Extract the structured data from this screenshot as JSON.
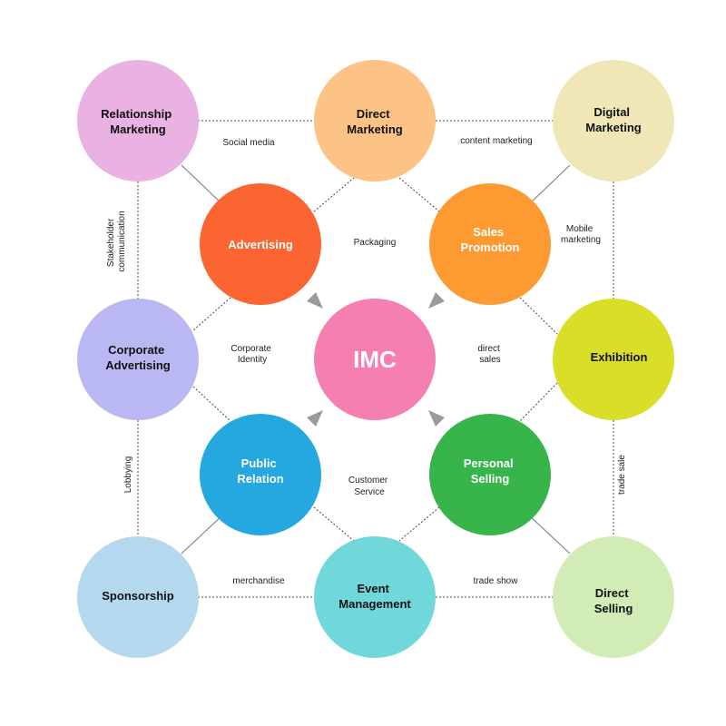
{
  "center": {
    "label": "IMC",
    "color": "#f57fb0"
  },
  "nodes": {
    "relationship_marketing": {
      "lines": [
        "Relationship",
        "Marketing"
      ],
      "color": "#eab1e3",
      "text_color": "#111111"
    },
    "direct_marketing": {
      "lines": [
        "Direct",
        "Marketing"
      ],
      "color": "#fdc286",
      "text_color": "#111111"
    },
    "digital_marketing": {
      "lines": [
        "Digital",
        "Marketing"
      ],
      "color": "#efe8b6",
      "text_color": "#111111"
    },
    "advertising": {
      "lines": [
        "Advertising"
      ],
      "color": "#fa6532",
      "text_color": "#ffffff"
    },
    "sales_promotion": {
      "lines": [
        "Sales",
        "Promotion"
      ],
      "color": "#fd9a32",
      "text_color": "#ffffff"
    },
    "corporate_advertising": {
      "lines": [
        "Corporate",
        "Advertising"
      ],
      "color": "#b9b8f3",
      "text_color": "#111111"
    },
    "exhibition": {
      "lines": [
        "Exhibition"
      ],
      "color": "#d9df28",
      "text_color": "#111111"
    },
    "public_relation": {
      "lines": [
        "Public",
        "Relation"
      ],
      "color": "#25a7e0",
      "text_color": "#ffffff"
    },
    "personal_selling": {
      "lines": [
        "Personal",
        "Selling"
      ],
      "color": "#37b44a",
      "text_color": "#ffffff"
    },
    "sponsorship": {
      "lines": [
        "Sponsorship"
      ],
      "color": "#b4d8ee",
      "text_color": "#111111"
    },
    "event_management": {
      "lines": [
        "Event",
        "Management"
      ],
      "color": "#70d8da",
      "text_color": "#111111"
    },
    "direct_selling": {
      "lines": [
        "Direct",
        "Selling"
      ],
      "color": "#d1ecb4",
      "text_color": "#111111"
    }
  },
  "edge_labels": {
    "social_media": [
      "Social media"
    ],
    "content_marketing": [
      "content marketing"
    ],
    "packaging": [
      "Packaging"
    ],
    "mobile_marketing": [
      "Mobile",
      "marketing"
    ],
    "stakeholder_communication": [
      "Stakeholder",
      "communication"
    ],
    "corporate_identity": [
      "Corporate",
      "Identity"
    ],
    "direct_sales": [
      "direct",
      "sales"
    ],
    "lobbying": [
      "Lobbying"
    ],
    "customer_service": [
      "Customer",
      "Service"
    ],
    "trade_sale": [
      "trade sale"
    ],
    "merchandise": [
      "merchandise"
    ],
    "trade_show": [
      "trade show"
    ]
  },
  "colors": {
    "arrow": "#9a9a9a",
    "line": "#444444"
  }
}
